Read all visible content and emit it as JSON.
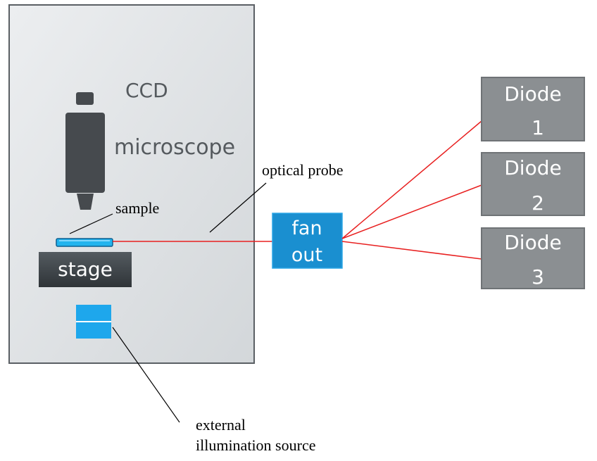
{
  "labels": {
    "ccd": "CCD",
    "microscope": "microscope",
    "optical_probe": "optical probe",
    "sample": "sample",
    "stage": "stage",
    "fan_out_line1": "fan",
    "fan_out_line2": "out",
    "external_line1": "external",
    "external_line2": "illumination source"
  },
  "diodes": [
    {
      "line1": "Diode",
      "line2": "1"
    },
    {
      "line1": "Diode",
      "line2": "2"
    },
    {
      "line1": "Diode",
      "line2": "3"
    }
  ],
  "colors": {
    "enclosure_fill": "#dfe2e5",
    "enclosure_stroke": "#5a5f64",
    "microscope_body": "#464a4e",
    "stage_fill": "#3f4549",
    "fan_out_fill": "#1a8fd0",
    "sample_fill": "#22b4ee",
    "illum_fill": "#1ea7ec",
    "diode_fill": "#8b8f92",
    "diode_stroke": "#6f7376",
    "fiber": "#e82020",
    "leader": "#000000"
  }
}
